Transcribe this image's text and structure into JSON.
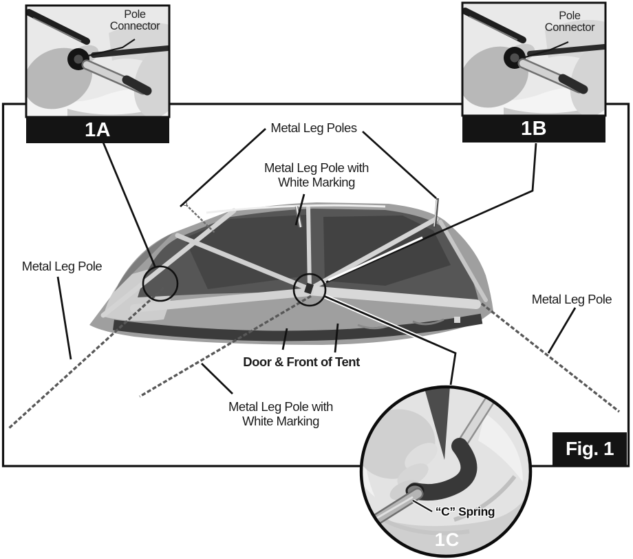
{
  "figure": {
    "title": "Fig. 1",
    "insets": {
      "a": {
        "id": "1A",
        "callout_line1": "Pole",
        "callout_line2": "Connector"
      },
      "b": {
        "id": "1B",
        "callout_line1": "Pole",
        "callout_line2": "Connector"
      },
      "c": {
        "id": "1C",
        "callout": "“C” Spring"
      }
    },
    "labels": {
      "metal_leg_poles": "Metal Leg Poles",
      "white_marking_top": {
        "line1": "Metal Leg Pole with",
        "line2": "White Marking"
      },
      "white_marking_bottom": {
        "line1": "Metal Leg Pole with",
        "line2": "White Marking"
      },
      "metal_leg_pole_left": "Metal Leg Pole",
      "metal_leg_pole_right": "Metal Leg Pole",
      "door_front": "Door & Front of Tent"
    },
    "colors": {
      "ink": "#161616",
      "panel_bg": "#141414",
      "panel_text": "#ffffff"
    }
  }
}
